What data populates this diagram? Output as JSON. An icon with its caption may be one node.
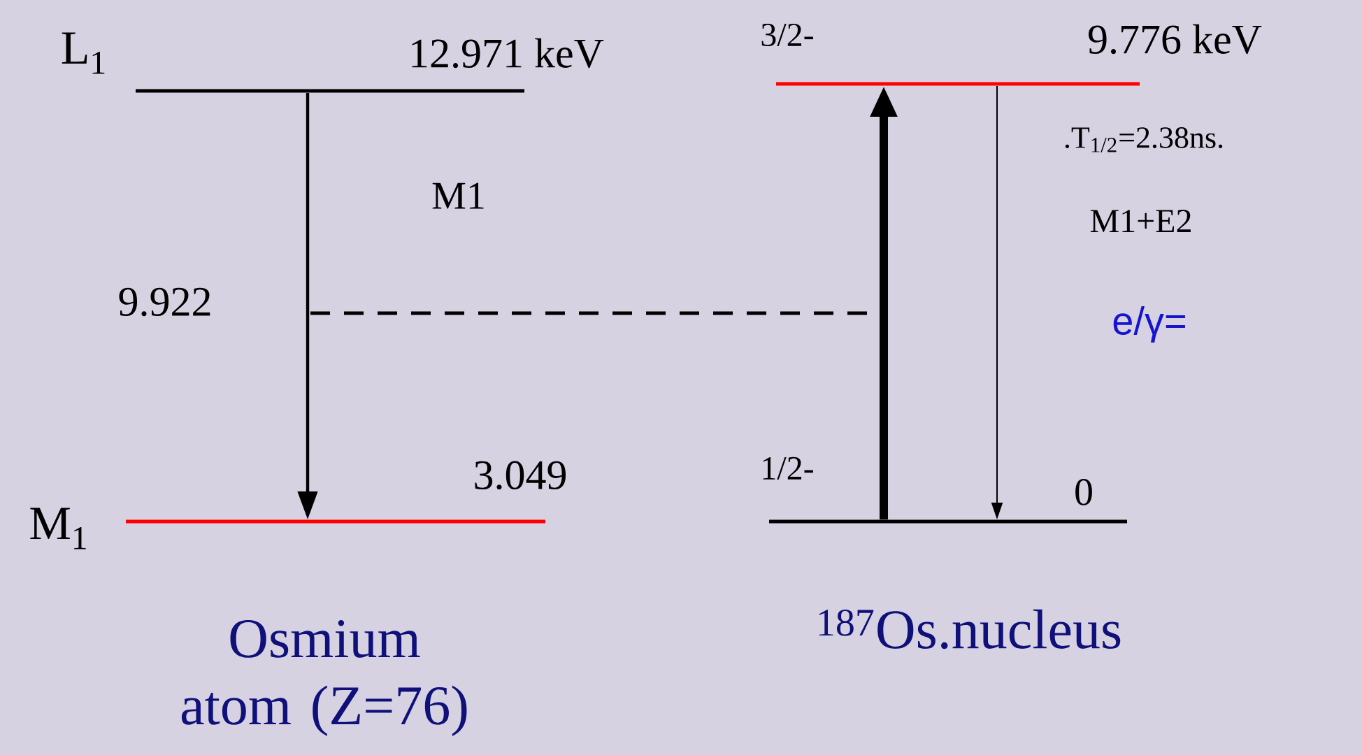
{
  "diagram": {
    "nodes": [
      {
        "text": [
          "L$_{1}$",
          "12.971 keV"
        ]
      },
      {
        "text": [
          "M$_{1}$",
          "3.049"
        ]
      },
      {
        "text": [
          "3/2-",
          "9.776 keV"
        ]
      },
      {
        "text": [
          "1/2-",
          "0"
        ]
      }
    ],
    "edges": [
      {
        "from": 0,
        "to": 1,
        "arrow": "to",
        "label": "M1"
      },
      {
        "from": 3,
        "to": 2,
        "arrow": "to",
        "style": "thick"
      },
      {
        "from": 2,
        "to": 3,
        "arrow": "to"
      }
    ],
    "labels": [
      "9.922",
      ".T$_{1/2}$=2.38ns.",
      "M1+E2",
      "e/γ=",
      "Osmium atom (Z=76)",
      "$^{187}$Os.nucleus"
    ]
  }
}
